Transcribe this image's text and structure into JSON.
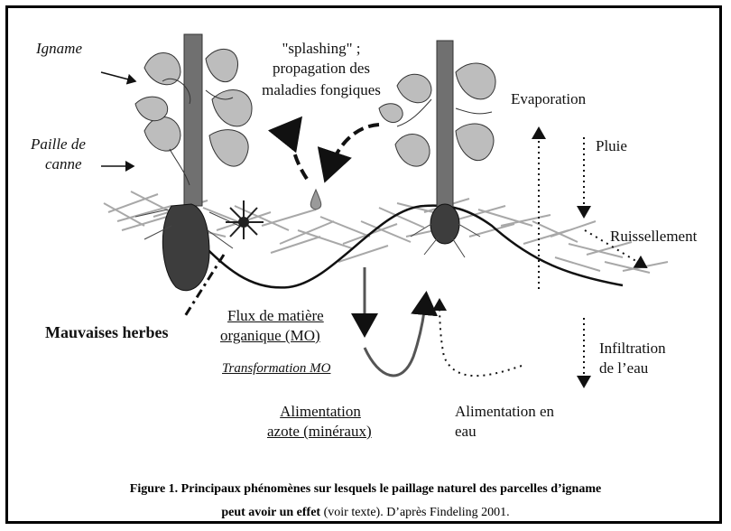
{
  "labels": {
    "igname": "Igname",
    "paille_line1": "Paille de",
    "paille_line2": "canne",
    "splashing_line1": "\"splashing\" ;",
    "splashing_line2": "propagation des",
    "splashing_line3": "maladies fongiques",
    "evaporation": "Evaporation",
    "pluie": "Pluie",
    "ruissellement": "Ruissellement",
    "mauvaises_herbes": "Mauvaises herbes",
    "flux_line1": "Flux de matière",
    "flux_line2": "organique (MO)",
    "transformation": "Transformation MO",
    "infiltration_line1": "Infiltration",
    "infiltration_line2": "de l’eau",
    "alim_azote_line1": "Alimentation",
    "alim_azote_line2": "azote (minéraux)",
    "alim_eau_line1": "Alimentation en",
    "alim_eau_line2": "eau"
  },
  "caption": {
    "line1": "Figure 1. Principaux phénomènes sur lesquels le paillage naturel des parcelles d’igname",
    "line2_bold": "peut avoir un effet",
    "line2_rest": " (voir texte). D’après Findeling 2001."
  }
}
